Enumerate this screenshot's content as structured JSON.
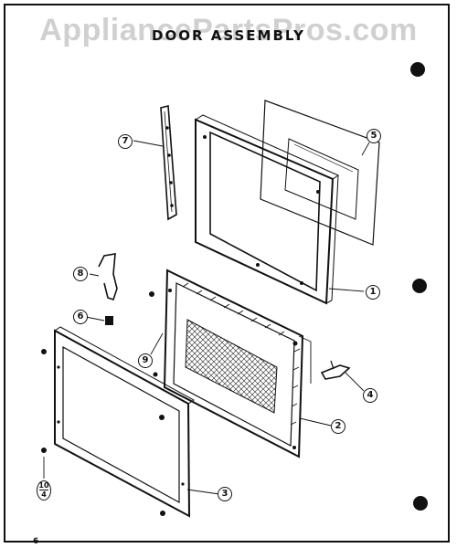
{
  "watermark": "AppliancePartsPros.com",
  "title": "DOOR ASSEMBLY",
  "page_number": "6",
  "callouts": {
    "c1": "1",
    "c2": "2",
    "c3": "3",
    "c4": "4",
    "c5": "5",
    "c6": "6",
    "c7": "7",
    "c8": "8",
    "c9": "9",
    "c10_top": "10",
    "c10_bottom": "4"
  }
}
